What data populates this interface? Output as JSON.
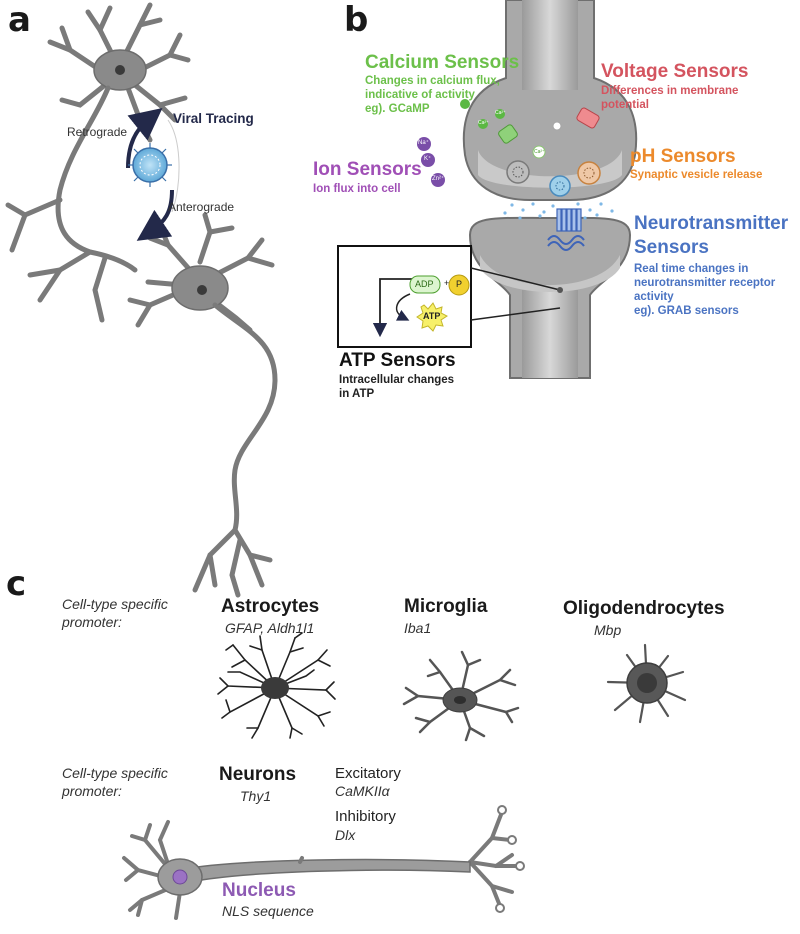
{
  "panels": {
    "a": {
      "letter": "a",
      "viral_tracing": "Viral Tracing",
      "retrograde": "Retrograde",
      "anterograde": "Anterograde"
    },
    "b": {
      "letter": "b",
      "calcium": {
        "title": "Calcium Sensors",
        "desc": [
          "Changes in calcium flux,",
          "indicative of activity",
          "eg). GCaMP"
        ]
      },
      "voltage": {
        "title": "Voltage Sensors",
        "desc": [
          "Differences in membrane",
          "potential"
        ]
      },
      "ion": {
        "title": "Ion Sensors",
        "desc": [
          "Ion flux into cell"
        ],
        "ions": [
          "Na⁺",
          "K⁺",
          "Zn²⁺"
        ]
      },
      "ph": {
        "title": "pH Sensors",
        "desc": [
          "Synaptic vesicle release"
        ]
      },
      "neurotransmitter": {
        "title": [
          "Neurotransmitter",
          "Sensors"
        ],
        "desc": [
          "Real time changes in",
          "neurotransmitter receptor",
          "activity",
          "eg). GRAB sensors"
        ]
      },
      "atp": {
        "title": "ATP Sensors",
        "desc": [
          "Intracellular changes",
          "in ATP"
        ],
        "adp": "ADP",
        "plus": "+",
        "p": "P",
        "atp_label": "ATP"
      },
      "calcium_ion": "Ca²⁺",
      "colors": {
        "green": "#6cc04a",
        "red": "#d4545f",
        "purple": "#a04fb6",
        "orange": "#ec8a2c",
        "blue": "#4a73c2"
      }
    },
    "c": {
      "letter": "c",
      "promoter_label": [
        "Cell-type specific",
        "promoter:"
      ],
      "astrocytes": {
        "title": "Astrocytes",
        "promoter": "GFAP, Aldh1l1"
      },
      "microglia": {
        "title": "Microglia",
        "promoter": "Iba1"
      },
      "oligodendrocytes": {
        "title": "Oligodendrocytes",
        "promoter": "Mbp"
      },
      "neurons": {
        "title": "Neurons",
        "promoter": "Thy1"
      },
      "excitatory": {
        "title": "Excitatory",
        "promoter": "CaMKIIα"
      },
      "inhibitory": {
        "title": "Inhibitory",
        "promoter": "Dlx"
      },
      "nucleus": {
        "title": "Nucleus",
        "promoter": "NLS sequence",
        "color": "#8d5ab3"
      }
    }
  }
}
